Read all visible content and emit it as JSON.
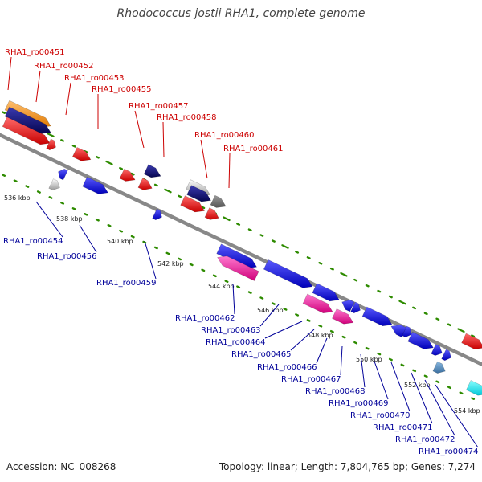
{
  "title": "Rhodococcus jostii RHA1, complete genome",
  "footer": {
    "accession": "Accession: NC_008268",
    "info": "Topology: linear; Length: 7,804,765 bp; Genes: 7,274"
  },
  "colors": {
    "forward_label": "#cc0000",
    "reverse_label": "#000099",
    "backbone": "#888888",
    "tick_dots": "#2e8b00"
  },
  "ticks": [
    "536 kbp",
    "538 kbp",
    "540 kbp",
    "542 kbp",
    "544 kbp",
    "546 kbp",
    "548 kbp",
    "550 kbp",
    "552 kbp",
    "554 kbp"
  ],
  "forward_genes": [
    "RHA1_ro00451",
    "RHA1_ro00452",
    "RHA1_ro00453",
    "RHA1_ro00455",
    "RHA1_ro00457",
    "RHA1_ro00458",
    "RHA1_ro00460",
    "RHA1_ro00461"
  ],
  "reverse_genes": [
    "RHA1_ro00454",
    "RHA1_ro00456",
    "RHA1_ro00459",
    "RHA1_ro00462",
    "RHA1_ro00463",
    "RHA1_ro00464",
    "RHA1_ro00465",
    "RHA1_ro00466",
    "RHA1_ro00467",
    "RHA1_ro00468",
    "RHA1_ro00469",
    "RHA1_ro00470",
    "RHA1_ro00471",
    "RHA1_ro00472",
    "RHA1_ro00474"
  ]
}
